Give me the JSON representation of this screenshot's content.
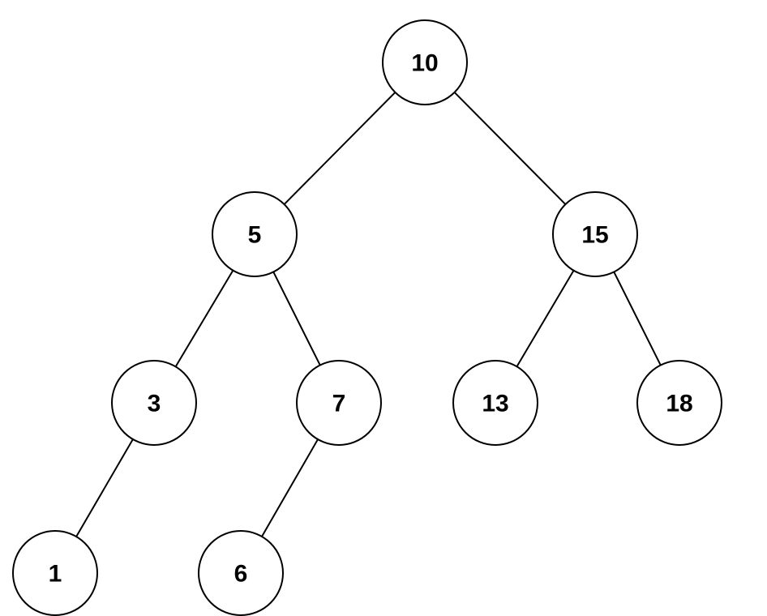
{
  "tree": {
    "nodes": [
      {
        "id": "n10",
        "label": "10"
      },
      {
        "id": "n5",
        "label": "5"
      },
      {
        "id": "n15",
        "label": "15"
      },
      {
        "id": "n3",
        "label": "3"
      },
      {
        "id": "n7",
        "label": "7"
      },
      {
        "id": "n13",
        "label": "13"
      },
      {
        "id": "n18",
        "label": "18"
      },
      {
        "id": "n1",
        "label": "1"
      },
      {
        "id": "n6",
        "label": "6"
      }
    ],
    "edges": [
      {
        "from": "n10",
        "to": "n5"
      },
      {
        "from": "n10",
        "to": "n15"
      },
      {
        "from": "n5",
        "to": "n3"
      },
      {
        "from": "n5",
        "to": "n7"
      },
      {
        "from": "n15",
        "to": "n13"
      },
      {
        "from": "n15",
        "to": "n18"
      },
      {
        "from": "n3",
        "to": "n1"
      },
      {
        "from": "n7",
        "to": "n6"
      }
    ]
  }
}
